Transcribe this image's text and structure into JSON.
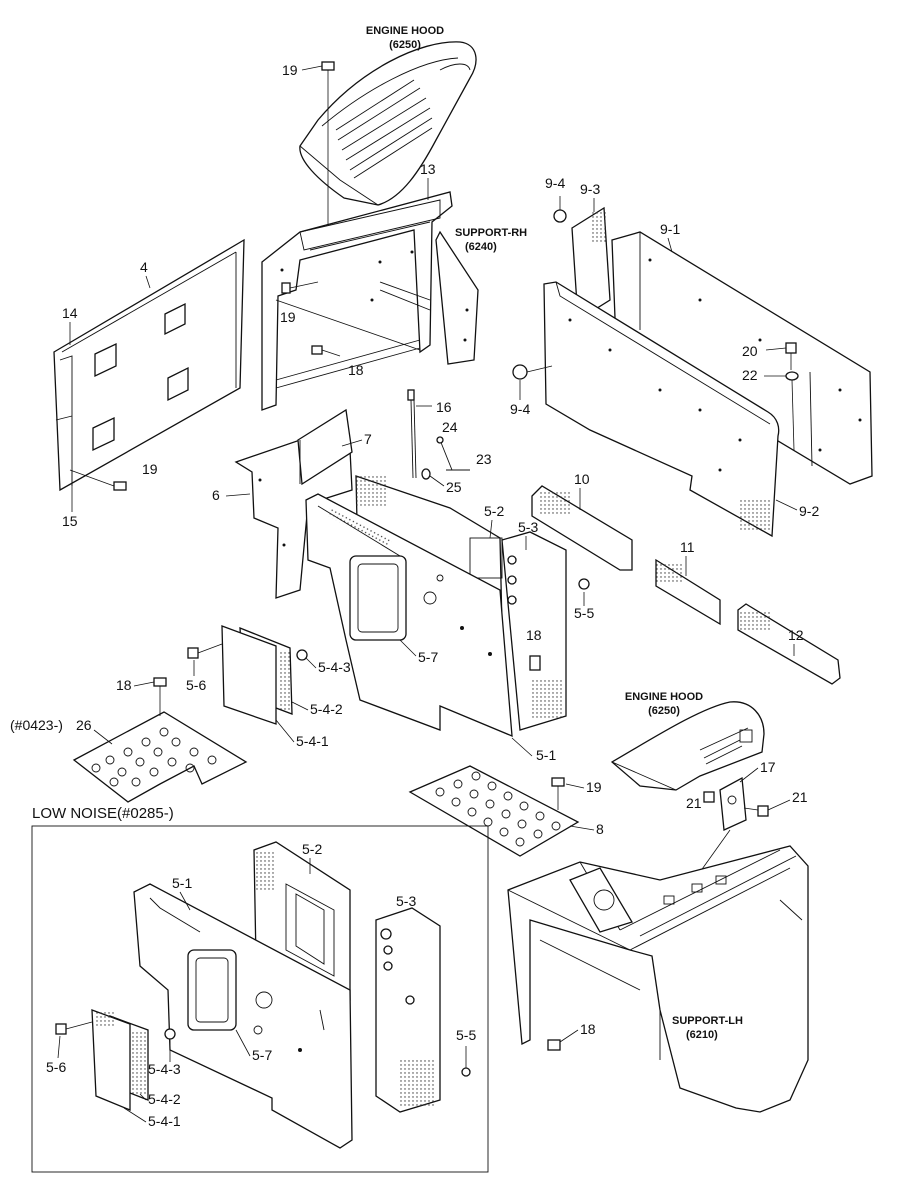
{
  "labels": {
    "engine_hood_top": "ENGINE HOOD",
    "engine_hood_top_code": "(6250)",
    "support_rh": "SUPPORT-RH",
    "support_rh_code": "(6240)",
    "engine_hood_right": "ENGINE HOOD",
    "engine_hood_right_code": "(6250)",
    "support_lh": "SUPPORT-LH",
    "support_lh_code": "(6210)",
    "low_noise": "LOW NOISE(#0285-)",
    "serial_26": "(#0423-)"
  },
  "callouts": {
    "c19a": "19",
    "c13": "13",
    "c94a": "9-4",
    "c93": "9-3",
    "c91": "9-1",
    "c4": "4",
    "c14": "14",
    "c19b": "19",
    "c18a": "18",
    "c20": "20",
    "c22": "22",
    "c94b": "9-4",
    "c16": "16",
    "c7": "7",
    "c24": "24",
    "c23": "23",
    "c25": "25",
    "c19c": "19",
    "c6": "6",
    "c15": "15",
    "c52": "5-2",
    "c53": "5-3",
    "c10": "10",
    "c92": "9-2",
    "c11": "11",
    "c55": "5-5",
    "c12": "12",
    "c18b": "18",
    "c57": "5-7",
    "c543": "5-4-3",
    "c56": "5-6",
    "c18c": "18",
    "c542": "5-4-2",
    "c26": "26",
    "c541": "5-4-1",
    "c51": "5-1",
    "c17": "17",
    "c19d": "19",
    "c21a": "21",
    "c21b": "21",
    "c8": "8",
    "c18d": "18",
    "ln52": "5-2",
    "ln51": "5-1",
    "ln53": "5-3",
    "ln55": "5-5",
    "ln56": "5-6",
    "ln57": "5-7",
    "ln543": "5-4-3",
    "ln542": "5-4-2",
    "ln541": "5-4-1"
  }
}
